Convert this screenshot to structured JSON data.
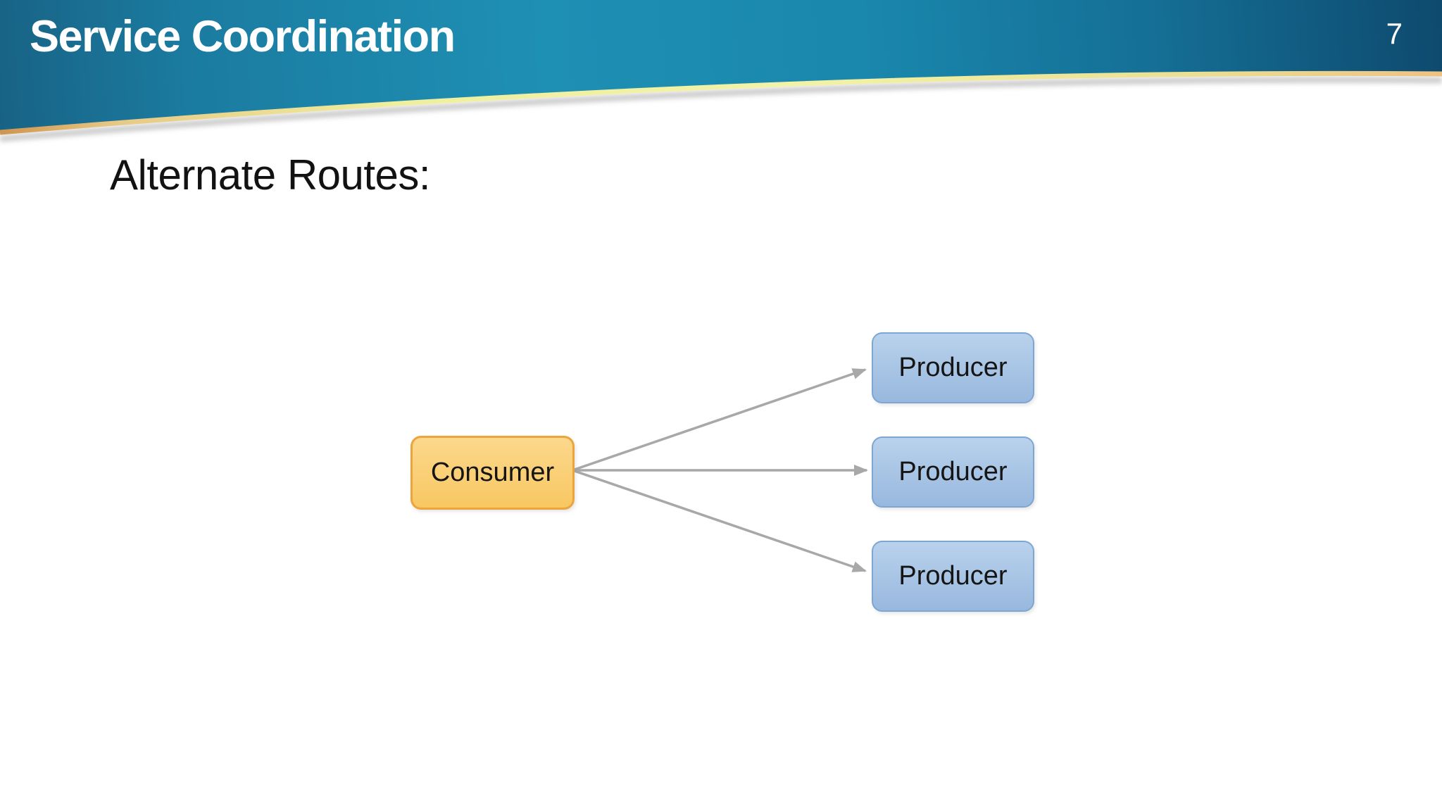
{
  "slide": {
    "title": "Service Coordination",
    "page_number": "7",
    "heading": "Alternate Routes:"
  },
  "diagram": {
    "type": "fan-out",
    "consumer": {
      "label": "Consumer"
    },
    "producers": [
      {
        "label": "Producer"
      },
      {
        "label": "Producer"
      },
      {
        "label": "Producer"
      }
    ],
    "arrows": [
      {
        "from": "consumer",
        "to": "producer-1"
      },
      {
        "from": "consumer",
        "to": "producer-2"
      },
      {
        "from": "consumer",
        "to": "producer-3"
      }
    ]
  },
  "colors": {
    "header_teal_left": "#186385",
    "header_teal_bright": "#1e90b4",
    "header_teal_dark_right": "#0e4a6e",
    "accent_gold_stripe": "#f2f1a4",
    "accent_gold_edge": "#cf944f",
    "consumer_fill_top": "#fcd88c",
    "consumer_fill_bottom": "#f8c762",
    "consumer_border": "#eca43c",
    "producer_fill_top": "#b9d2ec",
    "producer_fill_bottom": "#98b8de",
    "producer_border": "#7ea6d2",
    "arrow_gray": "#a8a8a8",
    "title_text": "#ffffff",
    "body_text": "#121212"
  }
}
